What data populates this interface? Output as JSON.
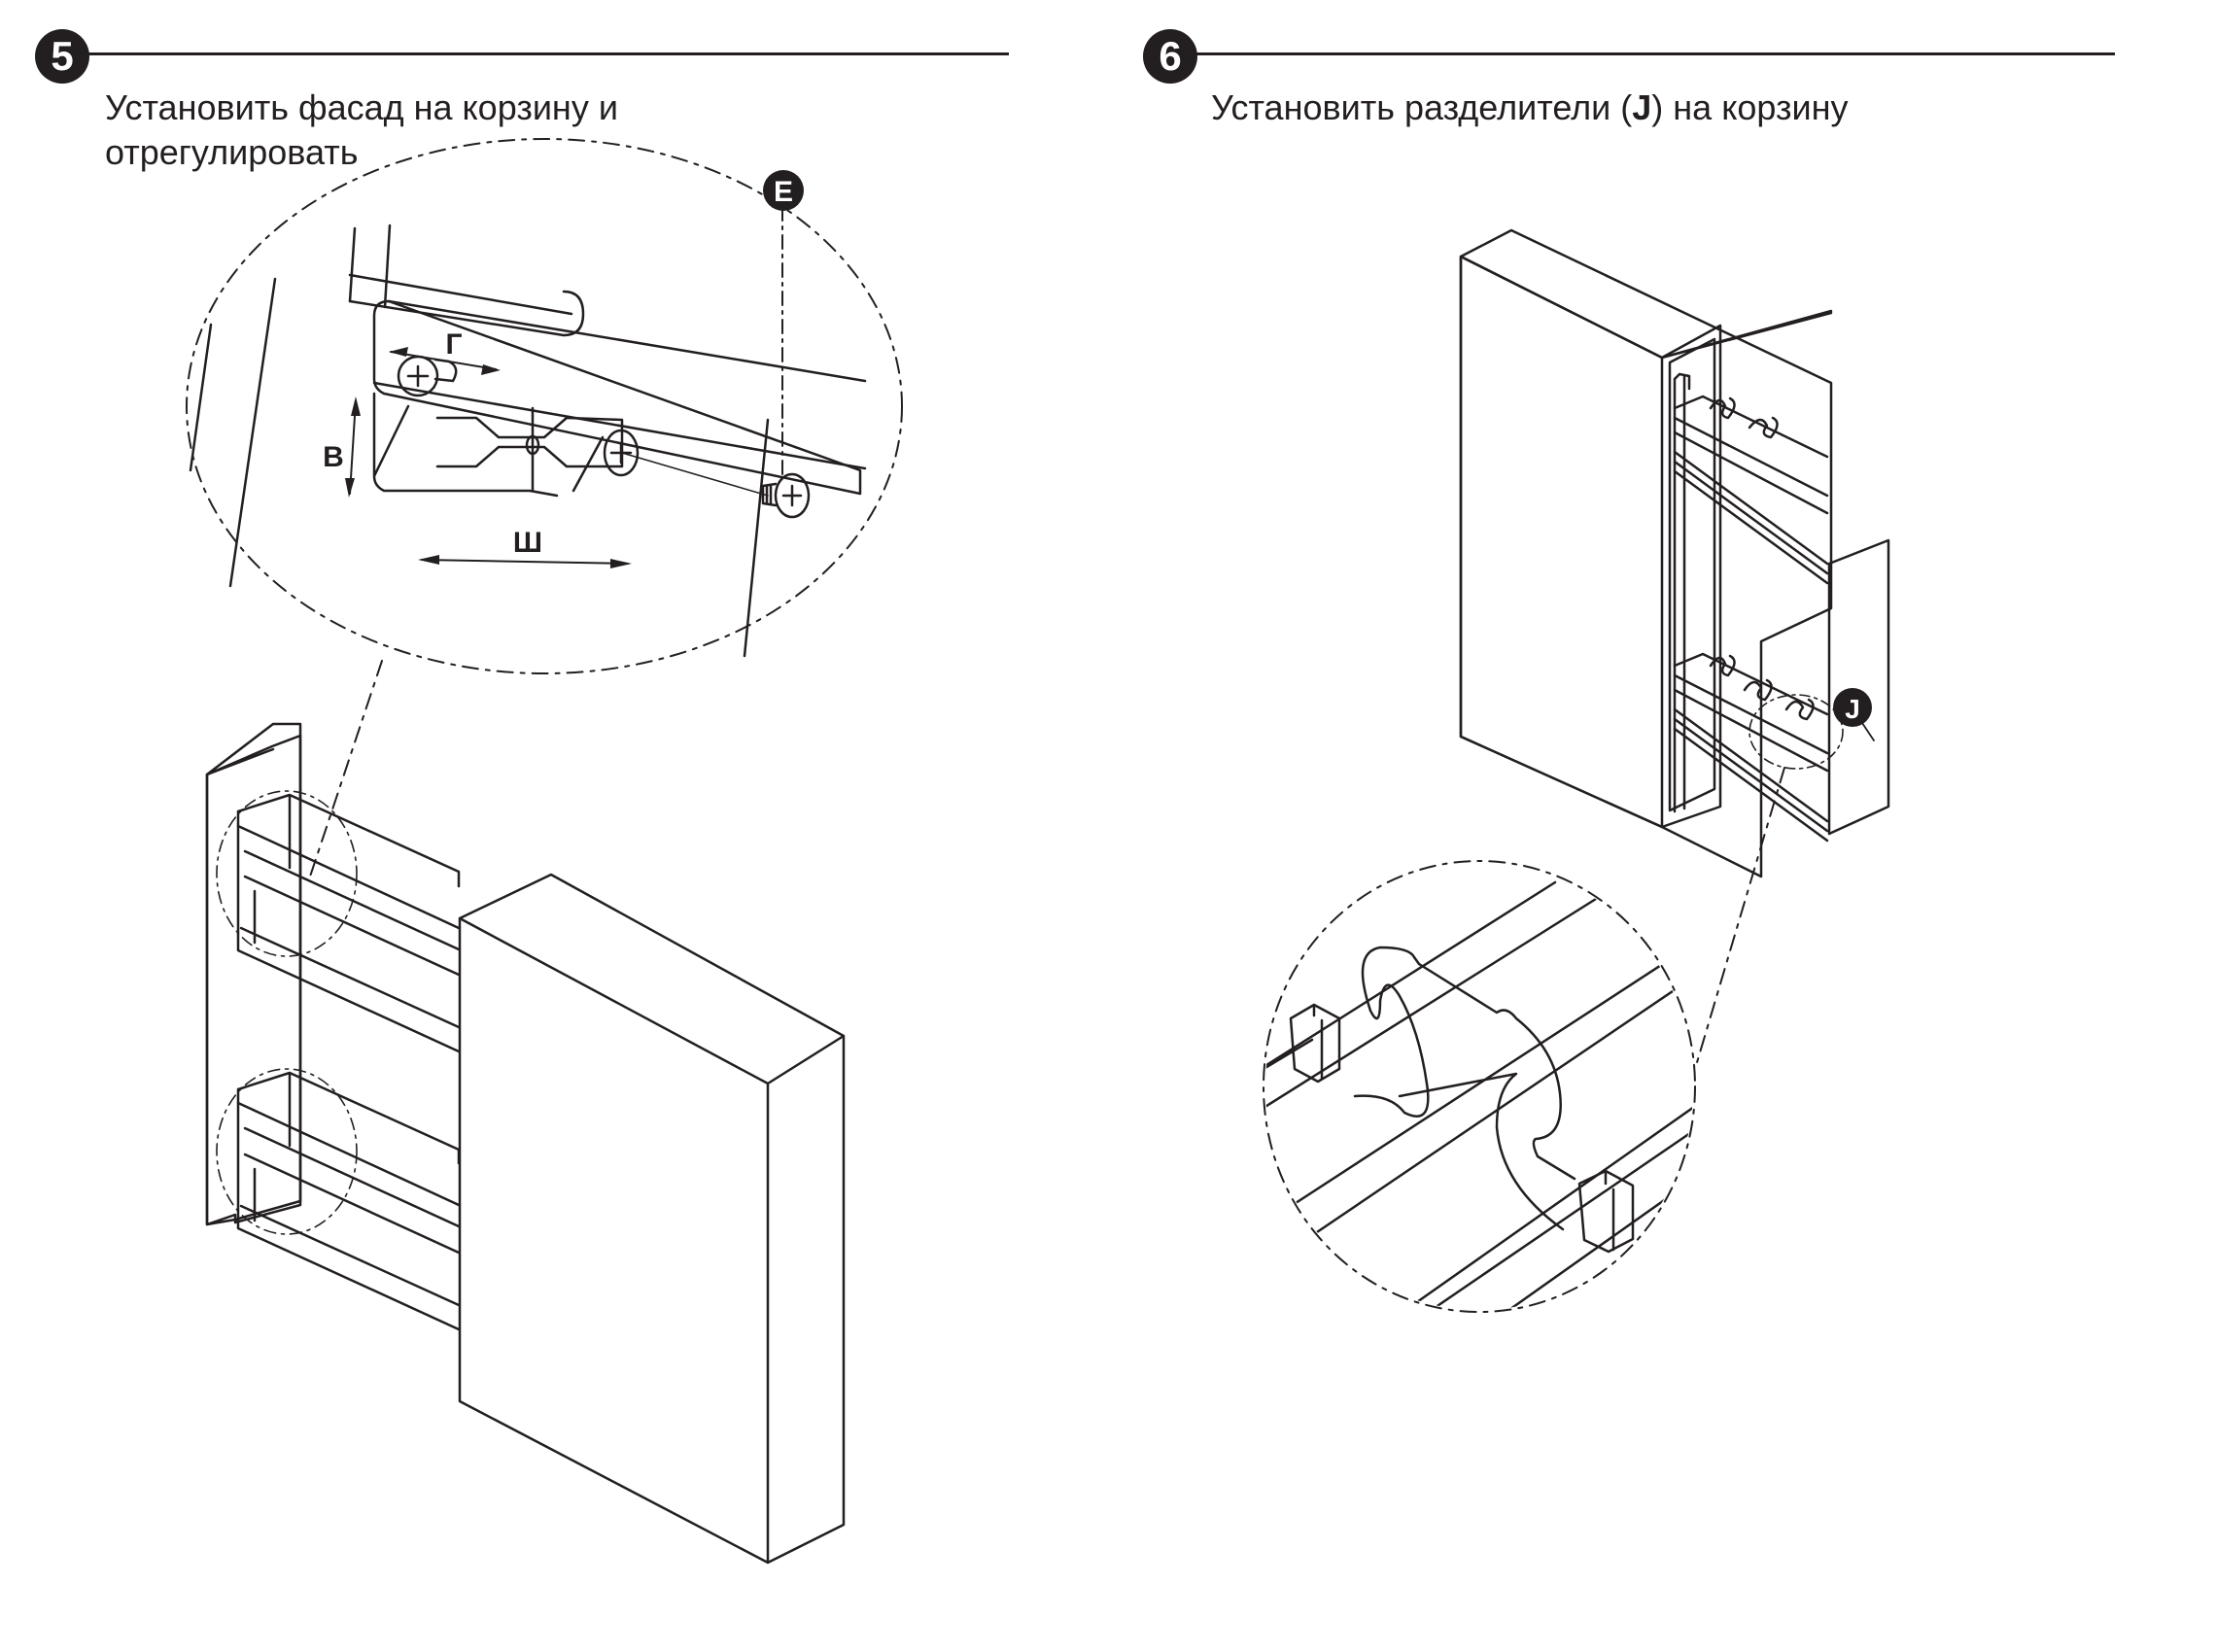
{
  "steps": [
    {
      "number": "5",
      "instruction_line1": "Установить фасад на корзину и",
      "instruction_line2": "отрегулировать",
      "callouts": {
        "part": "E"
      },
      "adjust_labels": {
        "depth": "Г",
        "height": "В",
        "width": "Ш"
      }
    },
    {
      "number": "6",
      "instruction_before": "Установить разделители (",
      "instruction_part": "J",
      "instruction_after": ") на корзину",
      "callouts": {
        "part": "J"
      }
    }
  ],
  "colors": {
    "ink": "#231f20",
    "background": "#ffffff"
  }
}
